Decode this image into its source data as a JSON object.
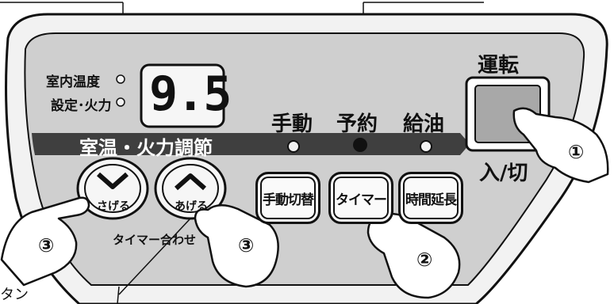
{
  "indicators": {
    "room_temp_label": "室内温度",
    "setting_label": "設定･火力"
  },
  "display": {
    "value": "9.5"
  },
  "leds": {
    "manual_label": "手動",
    "reserve_label": "予約",
    "refuel_label": "給油"
  },
  "power": {
    "top_label": "運転",
    "bottom_label": "入/切"
  },
  "band": {
    "label": "室温・火力調節"
  },
  "buttons": {
    "down_label": "さげる",
    "up_label": "あげる",
    "timer_adjust_label": "タイマー合わせ",
    "manual_switch_label": "手動切替",
    "timer_label": "タイマー",
    "extend_label": "時間延長"
  },
  "steps": {
    "step1": "①",
    "step2": "②",
    "step3a": "③",
    "step3b": "③"
  },
  "outside": {
    "callout_label": "タン"
  }
}
